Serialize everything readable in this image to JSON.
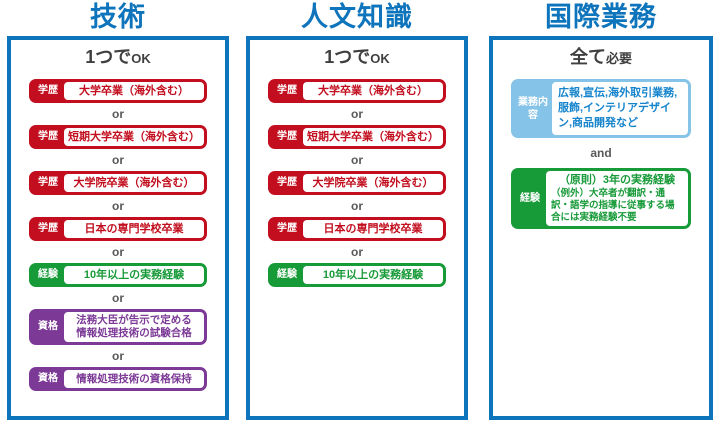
{
  "colors": {
    "blue": "#0e74bc",
    "red": "#c20e1e",
    "green": "#179a38",
    "purple": "#7c3a96",
    "lightblue": "#85c3e8",
    "lightblue_text": "#1584cc",
    "heading_text": "#3f3f3f",
    "connector_text": "#595959"
  },
  "columns": [
    {
      "id": "gijutsu",
      "title": "技術",
      "subtitle_main": "1つで",
      "subtitle_sub": "OK",
      "connector": "or",
      "items": [
        {
          "label": "学歴",
          "color": "red",
          "lines": [
            "大学卒業（海外含む）"
          ]
        },
        {
          "label": "学歴",
          "color": "red",
          "lines": [
            "短期大学卒業（海外含む）"
          ]
        },
        {
          "label": "学歴",
          "color": "red",
          "lines": [
            "大学院卒業（海外含む）"
          ]
        },
        {
          "label": "学歴",
          "color": "red",
          "lines": [
            "日本の専門学校卒業"
          ]
        },
        {
          "label": "経験",
          "color": "green",
          "lines": [
            "10年以上の実務経験"
          ]
        },
        {
          "label": "資格",
          "color": "purple",
          "lines": [
            "法務大臣が告示で定める",
            "情報処理技術の試験合格"
          ]
        },
        {
          "label": "資格",
          "color": "purple",
          "lines": [
            "情報処理技術の資格保持"
          ]
        }
      ]
    },
    {
      "id": "jinbun-chishiki",
      "title": "人文知識",
      "subtitle_main": "1つで",
      "subtitle_sub": "OK",
      "connector": "or",
      "items": [
        {
          "label": "学歴",
          "color": "red",
          "lines": [
            "大学卒業（海外含む）"
          ]
        },
        {
          "label": "学歴",
          "color": "red",
          "lines": [
            "短期大学卒業（海外含む）"
          ]
        },
        {
          "label": "学歴",
          "color": "red",
          "lines": [
            "大学院卒業（海外含む）"
          ]
        },
        {
          "label": "学歴",
          "color": "red",
          "lines": [
            "日本の専門学校卒業"
          ]
        },
        {
          "label": "経験",
          "color": "green",
          "lines": [
            "10年以上の実務経験"
          ]
        }
      ]
    },
    {
      "id": "kokusai-gyomu",
      "title": "国際業務",
      "subtitle_main": "全て",
      "subtitle_sub": "必要",
      "connector": "and",
      "items": [
        {
          "label": "業務内容",
          "color": "lightblue",
          "lines": [
            "広報,宣伝,海外取引業務,服飾,インテリアデザイン,商品開発など"
          ]
        },
        {
          "label": "経験",
          "color": "green",
          "emphasis_line": "（原則）3年の実務経験",
          "lines": [
            "（例外）大卒者が翻訳・通訳・語学の指導に従事する場合には実務経験不要"
          ]
        }
      ]
    }
  ]
}
